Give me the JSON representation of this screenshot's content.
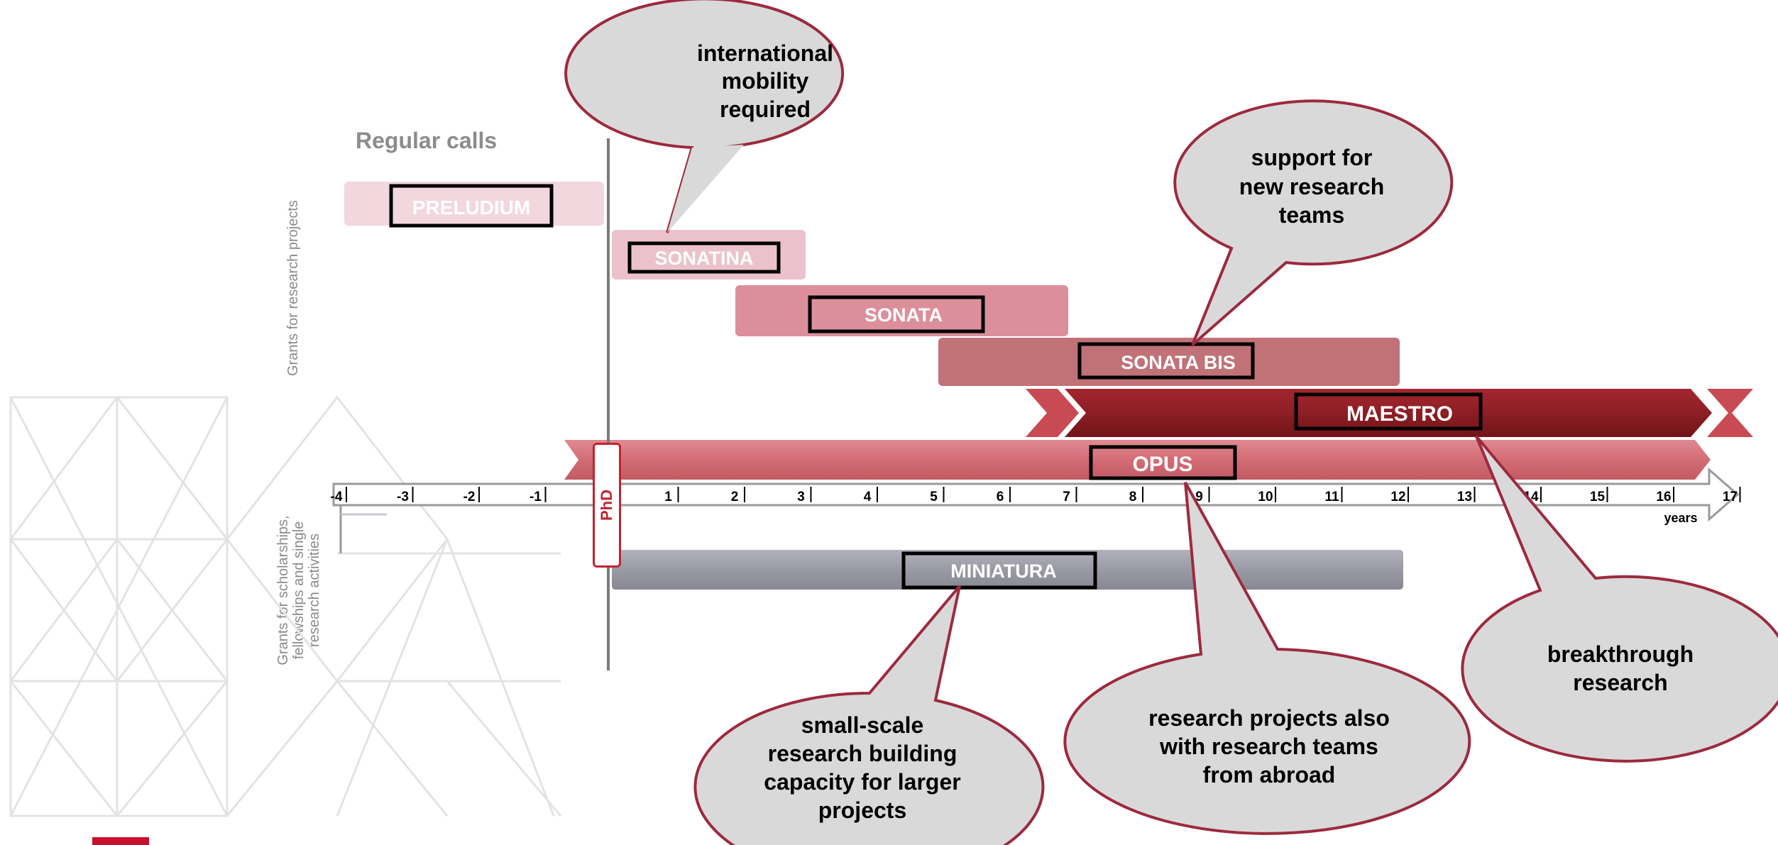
{
  "side_labels": {
    "research_projects": "Grants for research projects",
    "scholarships": [
      "Grants for scholarships,",
      "fellowships and single",
      "research activities"
    ]
  },
  "regular_calls": "Regular calls",
  "phd": "PhD",
  "programs": {
    "preludium": "PRELUDIUM",
    "sonatina": "SONATINA",
    "sonata": "SONATA",
    "sonata_bis": "SONATA BIS",
    "maestro": "MAESTRO",
    "opus": "OPUS",
    "miniatura": "MINIATURA"
  },
  "axis": {
    "ticks": [
      "-4",
      "-3",
      "-2",
      "-1",
      "1",
      "2",
      "3",
      "4",
      "5",
      "6",
      "7",
      "8",
      "9",
      "10",
      "11",
      "12",
      "13",
      "14",
      "15",
      "16",
      "17"
    ],
    "unit": "years"
  },
  "callouts": {
    "mobility": [
      "international",
      "mobility",
      "required"
    ],
    "teams": [
      "support for",
      "new research",
      "teams"
    ],
    "miniatura": [
      "small-scale",
      "research building",
      "capacity for larger",
      "projects"
    ],
    "abroad": [
      "research projects also",
      "with research teams",
      "from abroad"
    ],
    "breakthrough": [
      "breakthrough",
      "research"
    ]
  },
  "colors": {
    "preludium": "#f2d7df",
    "sonatina": "#ebc2cc",
    "sonata": "#dc8f9b",
    "sonata_bis": "#c07277",
    "maestro": "#8d1e25",
    "opus": "#d6717a",
    "miniatura": "#9a9aa5",
    "callout_fill": "#d9d9d9",
    "callout_stroke": "#9c2a3f"
  }
}
